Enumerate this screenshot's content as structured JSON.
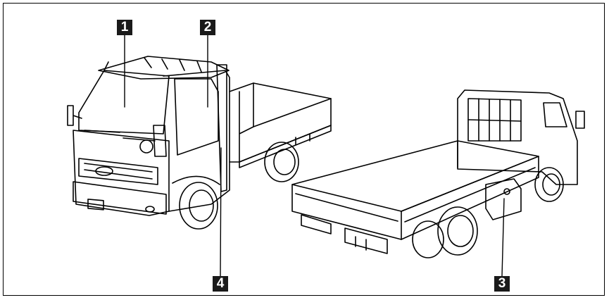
{
  "callouts": {
    "c1": "1",
    "c2": "2",
    "c3": "3",
    "c4": "4"
  },
  "colors": {
    "line": "#000000",
    "background": "#ffffff",
    "callout_fill": "#1a1a1a",
    "callout_text": "#ffffff"
  }
}
